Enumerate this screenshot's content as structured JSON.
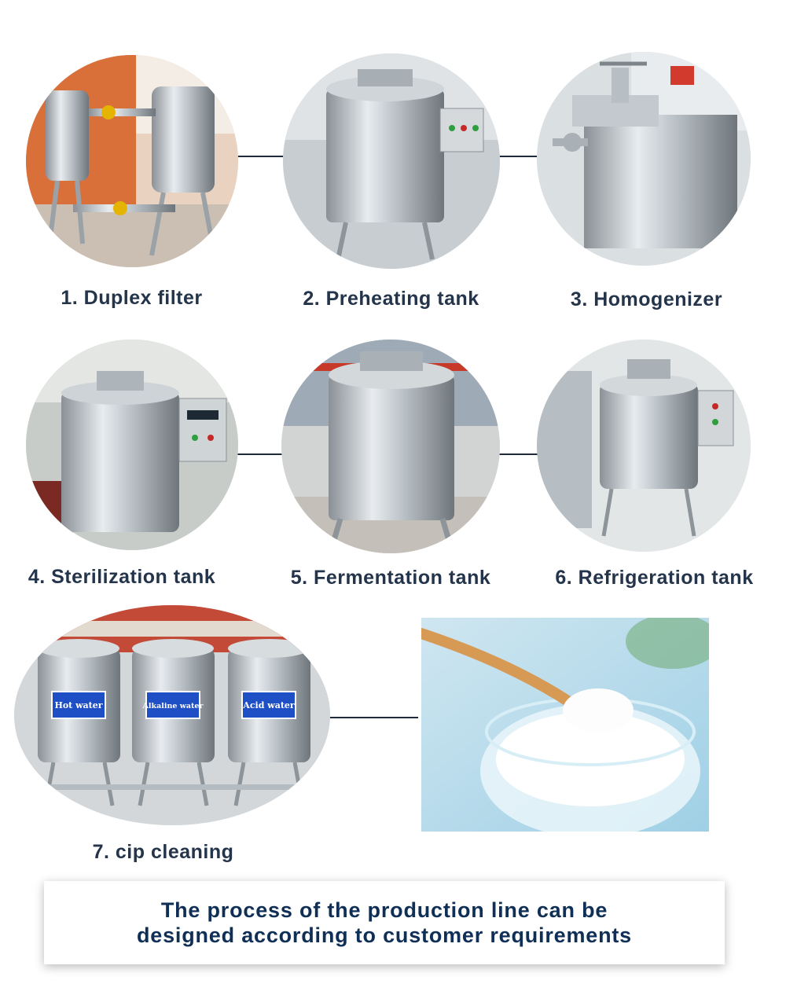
{
  "steps": [
    {
      "label": "1. Duplex filter",
      "icon": "duplex-filter-image"
    },
    {
      "label": "2. Preheating tank",
      "icon": "preheating-tank-image"
    },
    {
      "label": "3. Homogenizer",
      "icon": "homogenizer-image"
    },
    {
      "label": "4. Sterilization tank",
      "icon": "sterilization-tank-image"
    },
    {
      "label": "5. Fermentation tank",
      "icon": "fermentation-tank-image"
    },
    {
      "label": "6. Refrigeration tank",
      "icon": "refrigeration-tank-image"
    },
    {
      "label": "7. cip cleaning",
      "icon": "cip-cleaning-image"
    }
  ],
  "cip_tags": [
    "Hot water",
    "Alkaline water",
    "Acid water"
  ],
  "banner": {
    "line1": "The process of the production line can be",
    "line2": "designed according to customer requirements"
  },
  "colors": {
    "label_text": "#24344a",
    "banner_text": "#0f2f57",
    "connector": "#1f2a3a",
    "tag_blue": "#1f4fc4"
  }
}
